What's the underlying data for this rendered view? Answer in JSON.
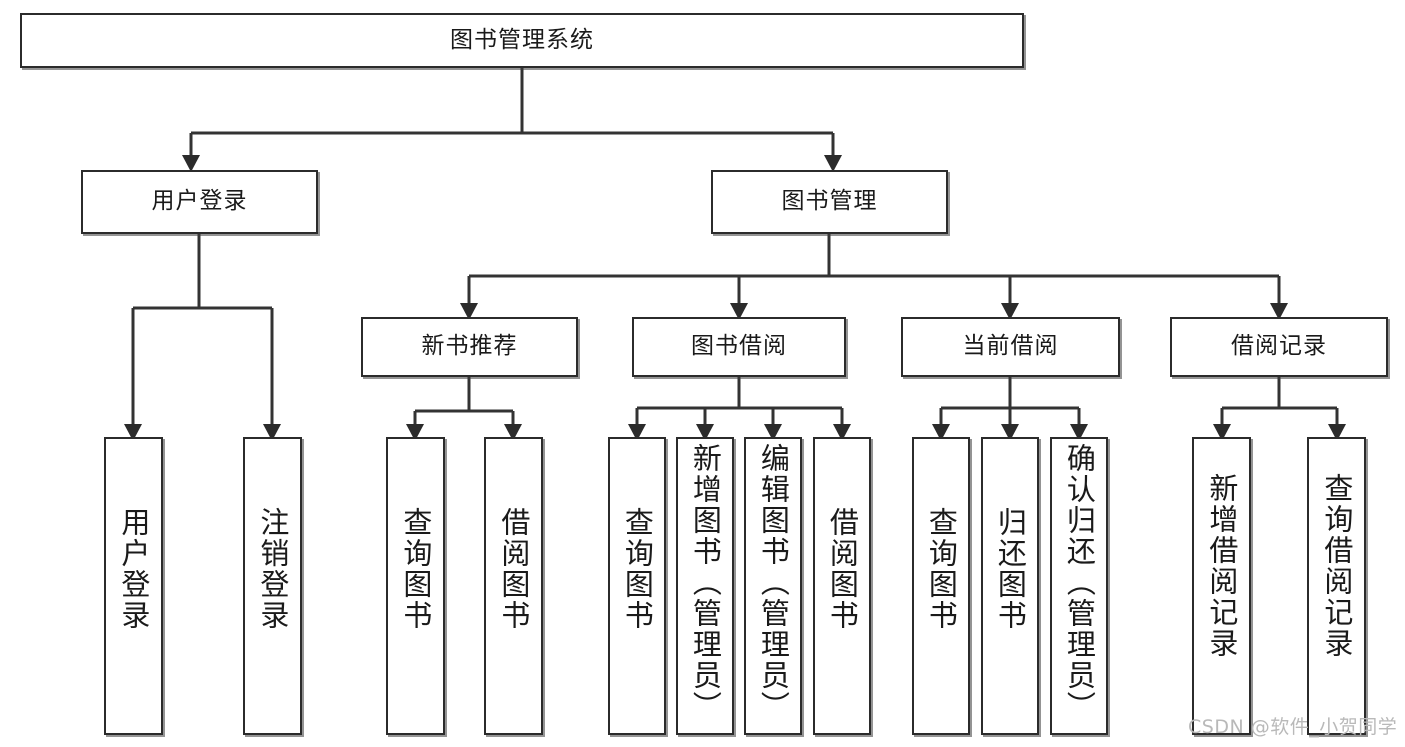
{
  "diagram": {
    "title": "图书管理系统",
    "type": "tree",
    "root": {
      "label": "图书管理系统"
    },
    "level1": [
      {
        "label": "用户登录"
      },
      {
        "label": "图书管理"
      }
    ],
    "level2": [
      {
        "label": "新书推荐"
      },
      {
        "label": "图书借阅"
      },
      {
        "label": "当前借阅"
      },
      {
        "label": "借阅记录"
      }
    ],
    "leaves": {
      "user_login": [
        {
          "label": "用户登录"
        },
        {
          "label": "注销登录"
        }
      ],
      "new_book": [
        {
          "label": "查询图书"
        },
        {
          "label": "借阅图书"
        }
      ],
      "book_borrow": [
        {
          "label": "查询图书"
        },
        {
          "label": "新增图书（管理员）"
        },
        {
          "label": "编辑图书（管理员）"
        },
        {
          "label": "借阅图书"
        }
      ],
      "current_borrow": [
        {
          "label": "查询图书"
        },
        {
          "label": "归还图书"
        },
        {
          "label": "确认归还（管理员）"
        }
      ],
      "borrow_record": [
        {
          "label": "新增借阅记录"
        },
        {
          "label": "查询借阅记录"
        }
      ]
    }
  },
  "watermark": {
    "text": "CSDN @软件_小贺同学"
  },
  "colors": {
    "border": "#2b2b2b",
    "text": "#1a1a1a",
    "background": "#ffffff",
    "edge": "#333333",
    "watermark": "#b9b9b9"
  }
}
